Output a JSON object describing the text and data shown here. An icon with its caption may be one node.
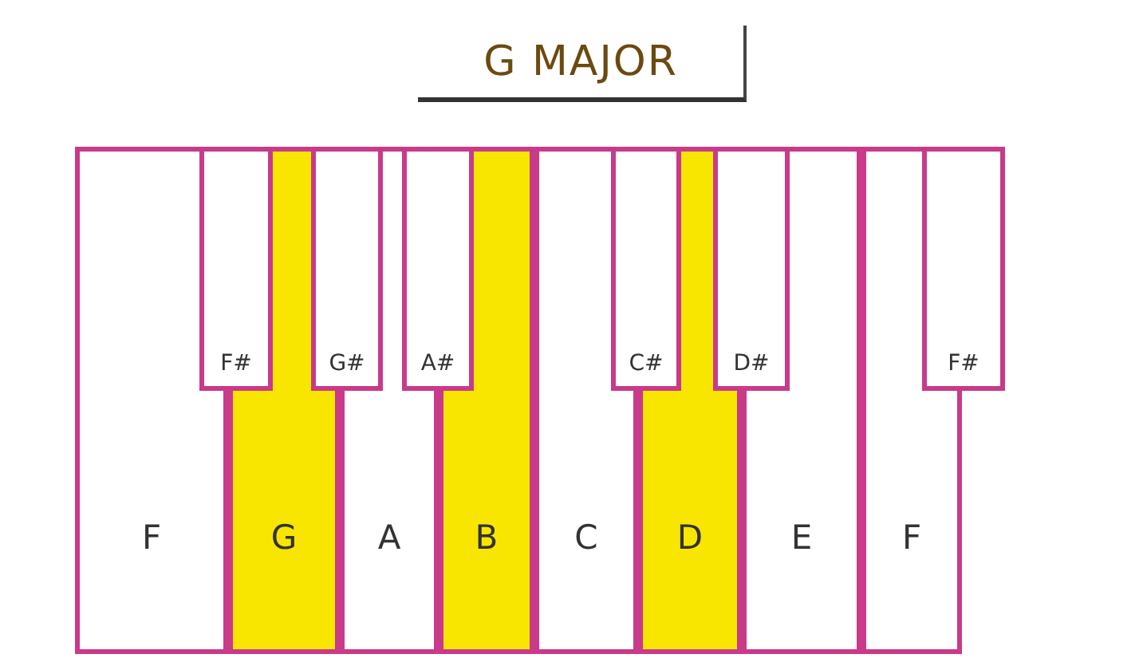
{
  "diagram": {
    "title": "G MAJOR",
    "nodes": [
      {
        "text": [
          "F"
        ]
      },
      {
        "text": [
          "G"
        ]
      },
      {
        "text": [
          "A"
        ]
      },
      {
        "text": [
          "B"
        ]
      },
      {
        "text": [
          "C"
        ]
      },
      {
        "text": [
          "D"
        ]
      },
      {
        "text": [
          "E"
        ]
      },
      {
        "text": [
          "F"
        ]
      },
      {
        "text": [
          "F#"
        ]
      },
      {
        "text": [
          "G#"
        ]
      },
      {
        "text": [
          "A#"
        ]
      },
      {
        "text": [
          "C#"
        ]
      },
      {
        "text": [
          "D#"
        ]
      },
      {
        "text": [
          "F#"
        ]
      }
    ]
  }
}
